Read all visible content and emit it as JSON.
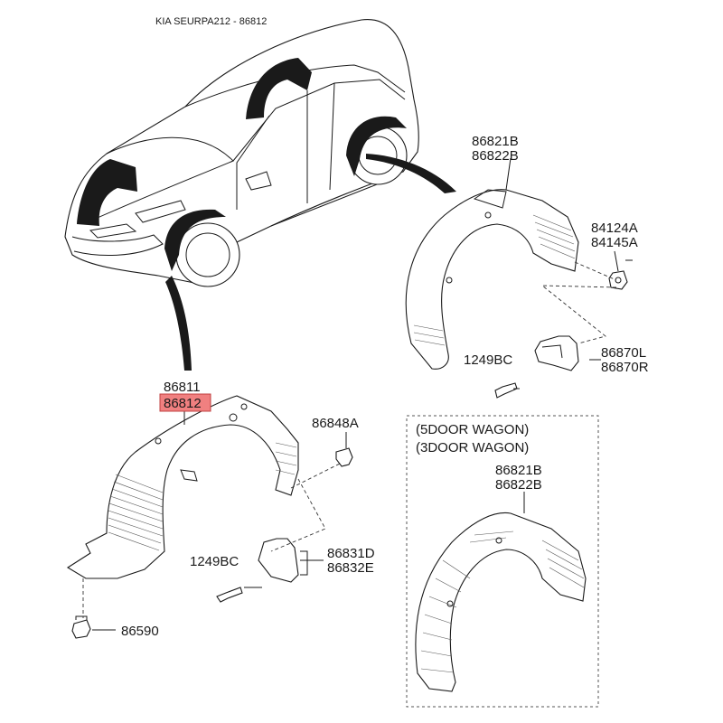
{
  "header": {
    "title": "KIA SEURPA212 - 86812"
  },
  "highlight_color": "#f08080",
  "callouts": {
    "rear_liner": [
      "86821B",
      "86822B"
    ],
    "nut": [
      "84124A",
      "84145A"
    ],
    "rear_bolt": "1249BC",
    "rear_mudguard": [
      "86870L",
      "86870R"
    ],
    "front_liner": [
      "86811",
      "86812"
    ],
    "clip": "86848A",
    "front_bolt": "1249BC",
    "front_mudguard": [
      "86831D",
      "86832E"
    ],
    "screw": "86590"
  },
  "variant_box": {
    "lines": [
      "(5DOOR WAGON)",
      "(3DOOR WAGON)"
    ],
    "part": [
      "86821B",
      "86822B"
    ]
  }
}
